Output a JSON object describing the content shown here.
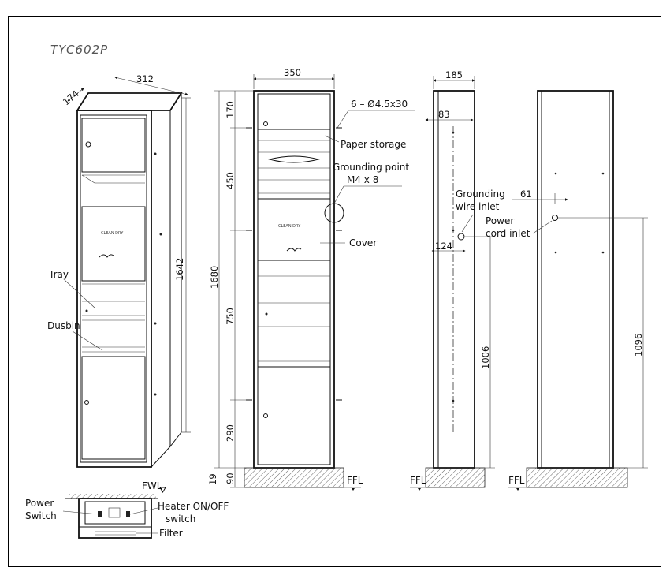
{
  "title": "TYC602P",
  "perspective_view": {
    "dims": {
      "width": "312",
      "depth": "174",
      "height": "1642"
    },
    "labels": {
      "tray": "Tray",
      "dustbin": "Dusbin"
    }
  },
  "front_view": {
    "dims": {
      "width": "350",
      "total_height": "1680",
      "seg1": "170",
      "seg2": "450",
      "seg3": "750",
      "seg4": "290",
      "base1": "19",
      "base2": "90"
    },
    "labels": {
      "screws": "6 – Ø4.5x30",
      "paper_storage": "Paper storage",
      "grounding_point": "Grounding point",
      "grounding_spec": "M4 x 8",
      "cover": "Cover",
      "ffl": "FFL"
    }
  },
  "side_view": {
    "dims": {
      "depth": "185",
      "inner": "83",
      "offset": "124",
      "height": "1006"
    },
    "labels": {
      "grounding_wire_1": "Grounding",
      "grounding_wire_2": "wire inlet",
      "ffl": "FFL"
    }
  },
  "rear_view": {
    "dims": {
      "offset": "61",
      "height": "1096"
    },
    "labels": {
      "power_cord_1": "Power",
      "power_cord_2": "cord inlet",
      "ffl": "FFL"
    }
  },
  "bottom_detail": {
    "labels": {
      "fwl": "FWL",
      "power_switch_1": "Power",
      "power_switch_2": "Switch",
      "heater_1": "Heater ON/OFF",
      "heater_2": "switch",
      "filter": "Filter"
    }
  },
  "brand_mark": "CLEAN DRY"
}
